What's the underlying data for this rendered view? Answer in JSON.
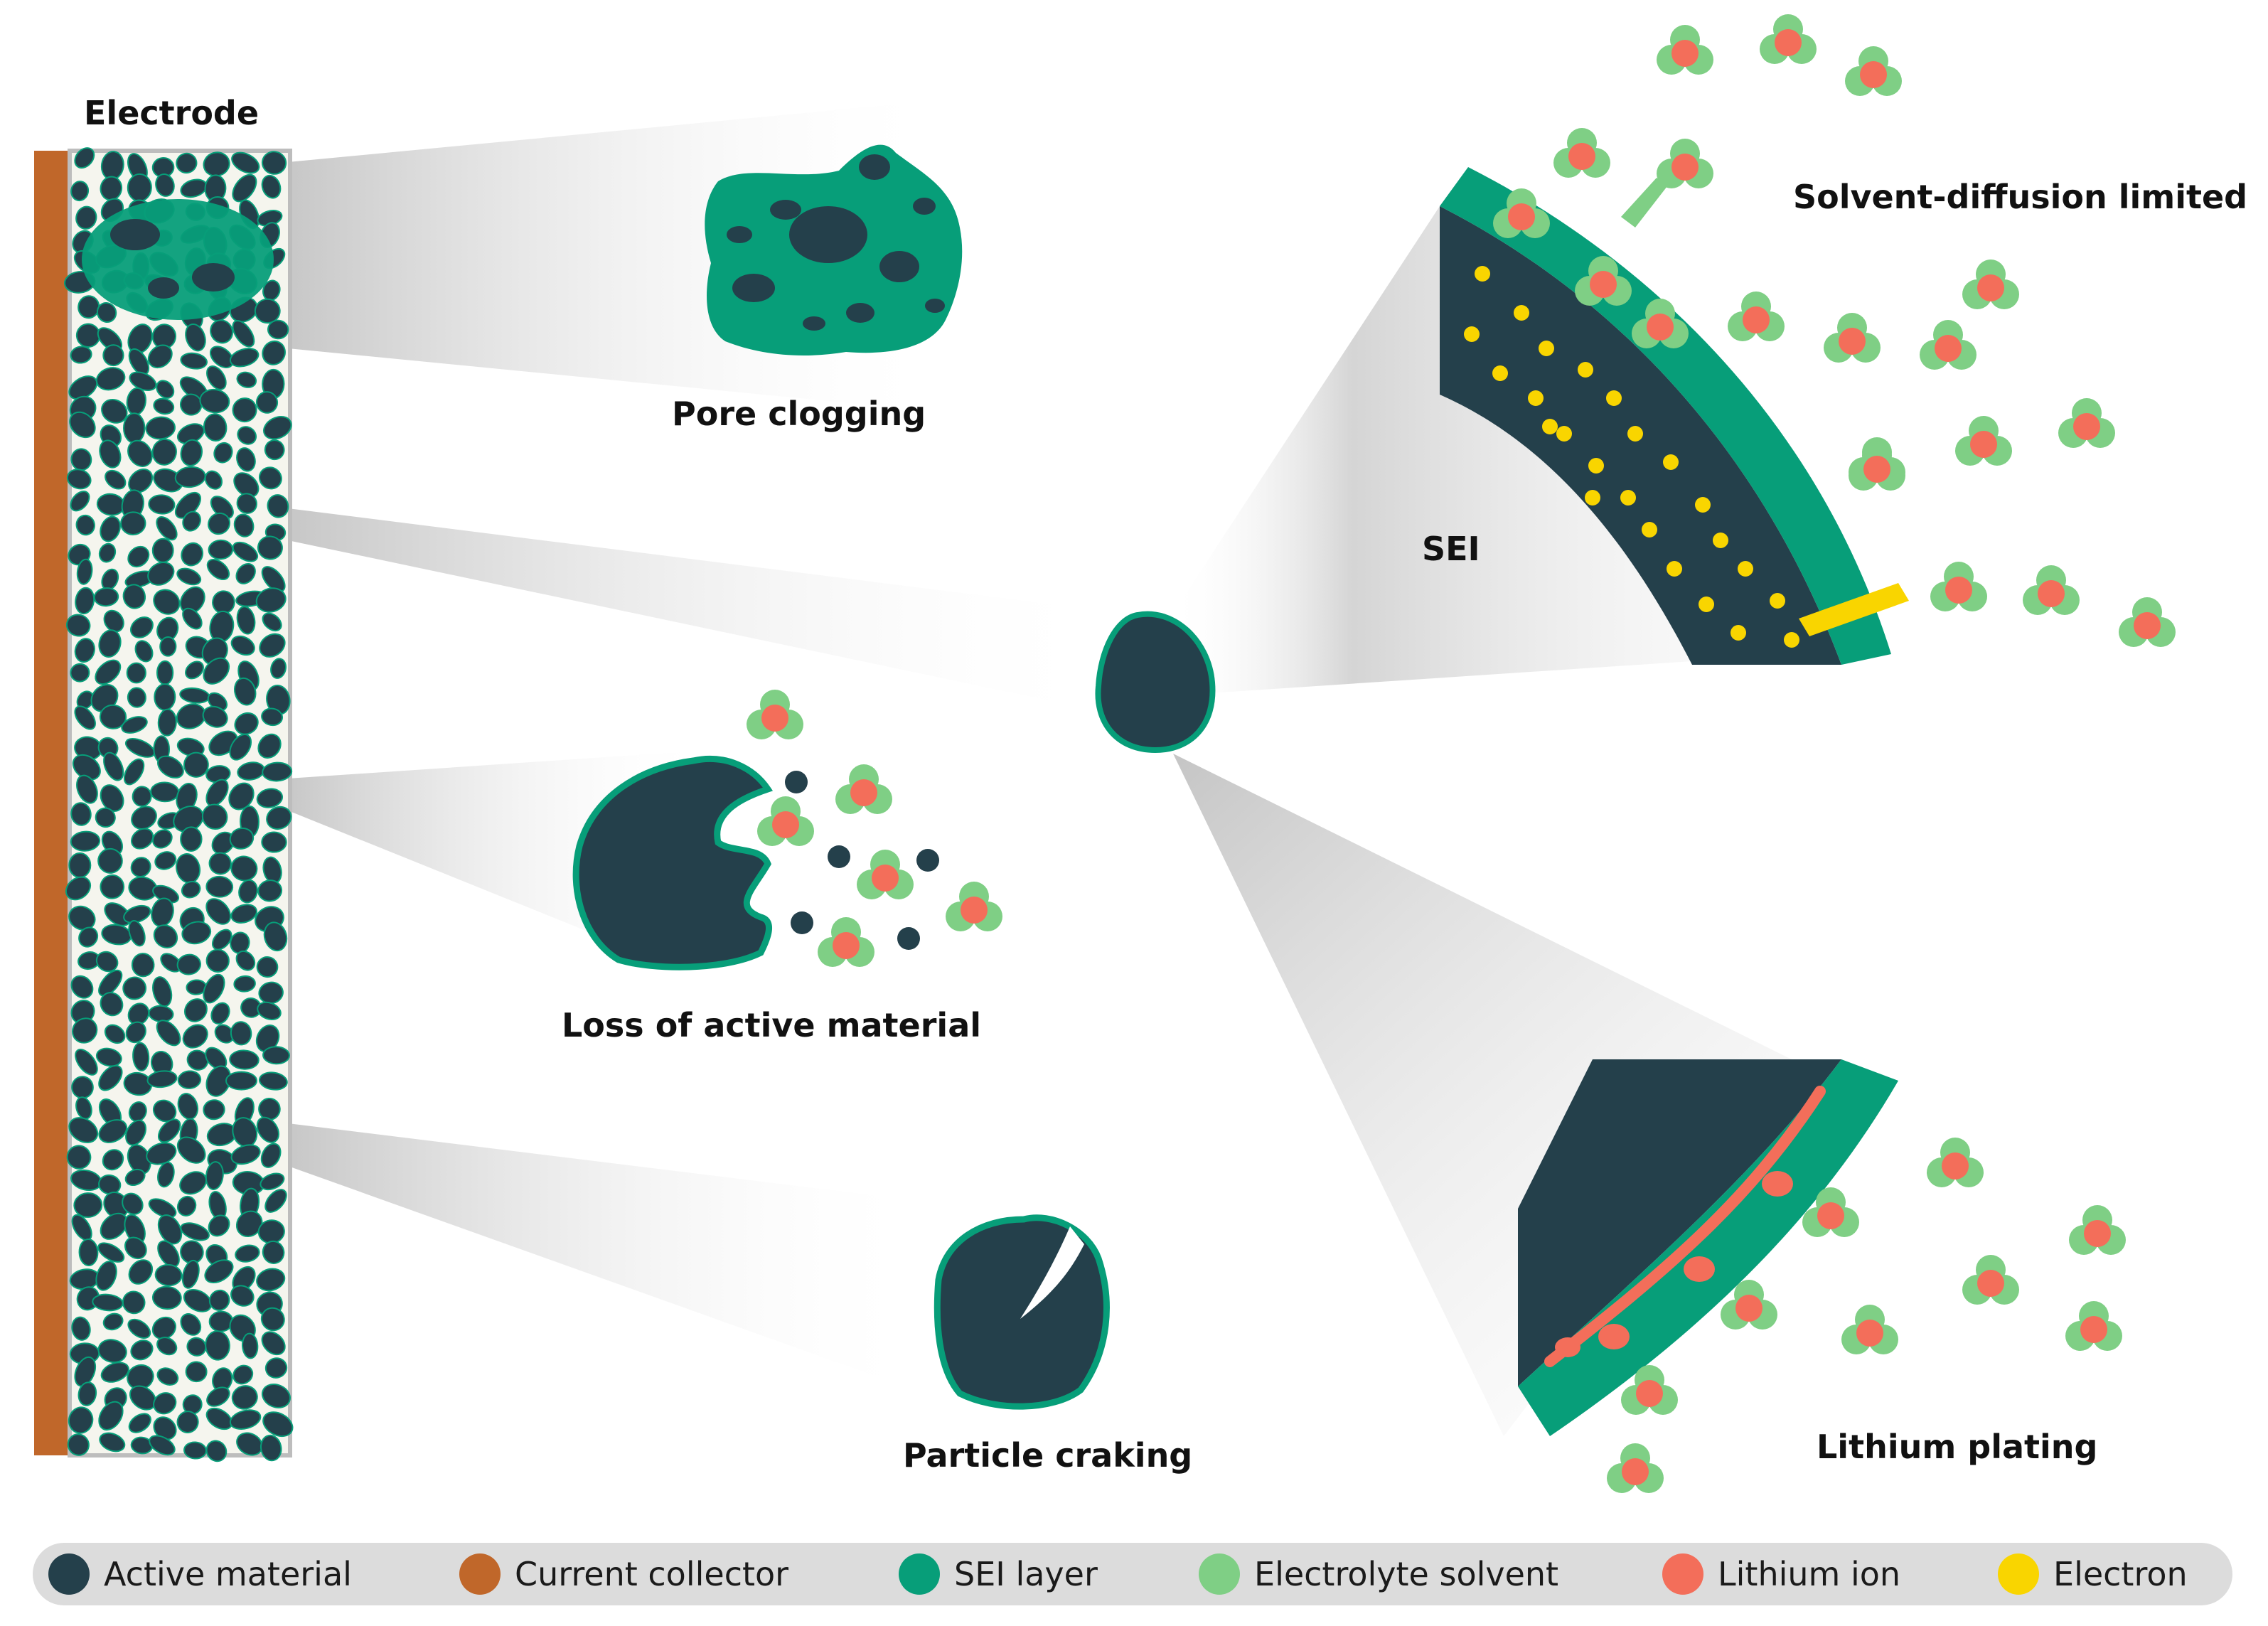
{
  "labels": {
    "electrode": "Electrode",
    "pore_clogging": "Pore clogging",
    "solvent_diffusion": "Solvent-diffusion limited",
    "sei": "SEI",
    "loss_active": "Loss of active material",
    "particle_cracking": "Particle craking",
    "lithium_plating": "Lithium plating"
  },
  "legend": [
    {
      "label": "Active material",
      "color": "#24404b"
    },
    {
      "label": "Current collector",
      "color": "#c0672a"
    },
    {
      "label": "SEI layer",
      "color": "#079e79"
    },
    {
      "label": "Electrolyte solvent",
      "color": "#7fcf85"
    },
    {
      "label": "Lithium ion",
      "color": "#f36e5a"
    },
    {
      "label": "Electron",
      "color": "#f9d500"
    }
  ]
}
